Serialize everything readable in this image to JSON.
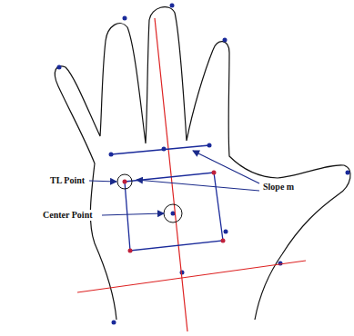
{
  "diagram": {
    "labels": [
      "Slope m",
      "TL Point",
      "Center Point"
    ]
  }
}
